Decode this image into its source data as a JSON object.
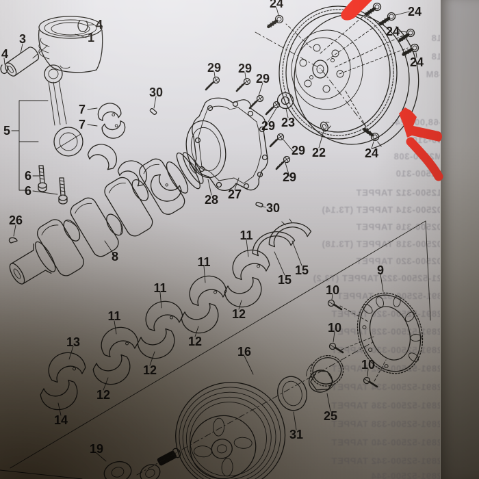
{
  "labels": [
    "1",
    "3",
    "4",
    "4",
    "5",
    "7",
    "7",
    "6",
    "6",
    "26",
    "8",
    "30",
    "30",
    "29",
    "29",
    "29",
    "29",
    "29",
    "29",
    "23",
    "22",
    "28",
    "27",
    "24",
    "24",
    "24",
    "24",
    "24",
    "11",
    "11",
    "11",
    "11",
    "12",
    "12",
    "12",
    "12",
    "13",
    "14",
    "15",
    "15",
    "16",
    "31",
    "25",
    "10",
    "10",
    "10",
    "9",
    "19"
  ],
  "bleed": {
    "rows": [
      "18",
      "18",
      "-8M",
      "-68,000-24-",
      "00-310",
      "M2500-308",
      "02500-310",
      "12500-312  TAPPET",
      "02500-314  TAPPET (T3.14)",
      "02500-316  TAPPET",
      "02500-318  TAPPET (T3.18)",
      "02500-320  TAPPET",
      "21-52500-322  TAPPET (T3.2)",
      "891-52500-324  TAPPET",
      "2891-52500-326  TAPPET",
      "2891-52500-328  TAPPET",
      "2891-52500-330  TAPPET",
      "2891-52500-332  TAPPET",
      "2891-52500-334  TAPPET",
      "2891-52500-336  TAPPET",
      "2891-52500-338  TAPPET",
      "2891-52500-340  TAPPET",
      "2891-52500-342  TAPPET",
      "2891-52500-344"
    ]
  },
  "colors": {
    "arrow_red": "#f0382b",
    "ink": "#262420",
    "paper_light": "#e7e6ea",
    "paper_shadow": "#6f6a61"
  }
}
